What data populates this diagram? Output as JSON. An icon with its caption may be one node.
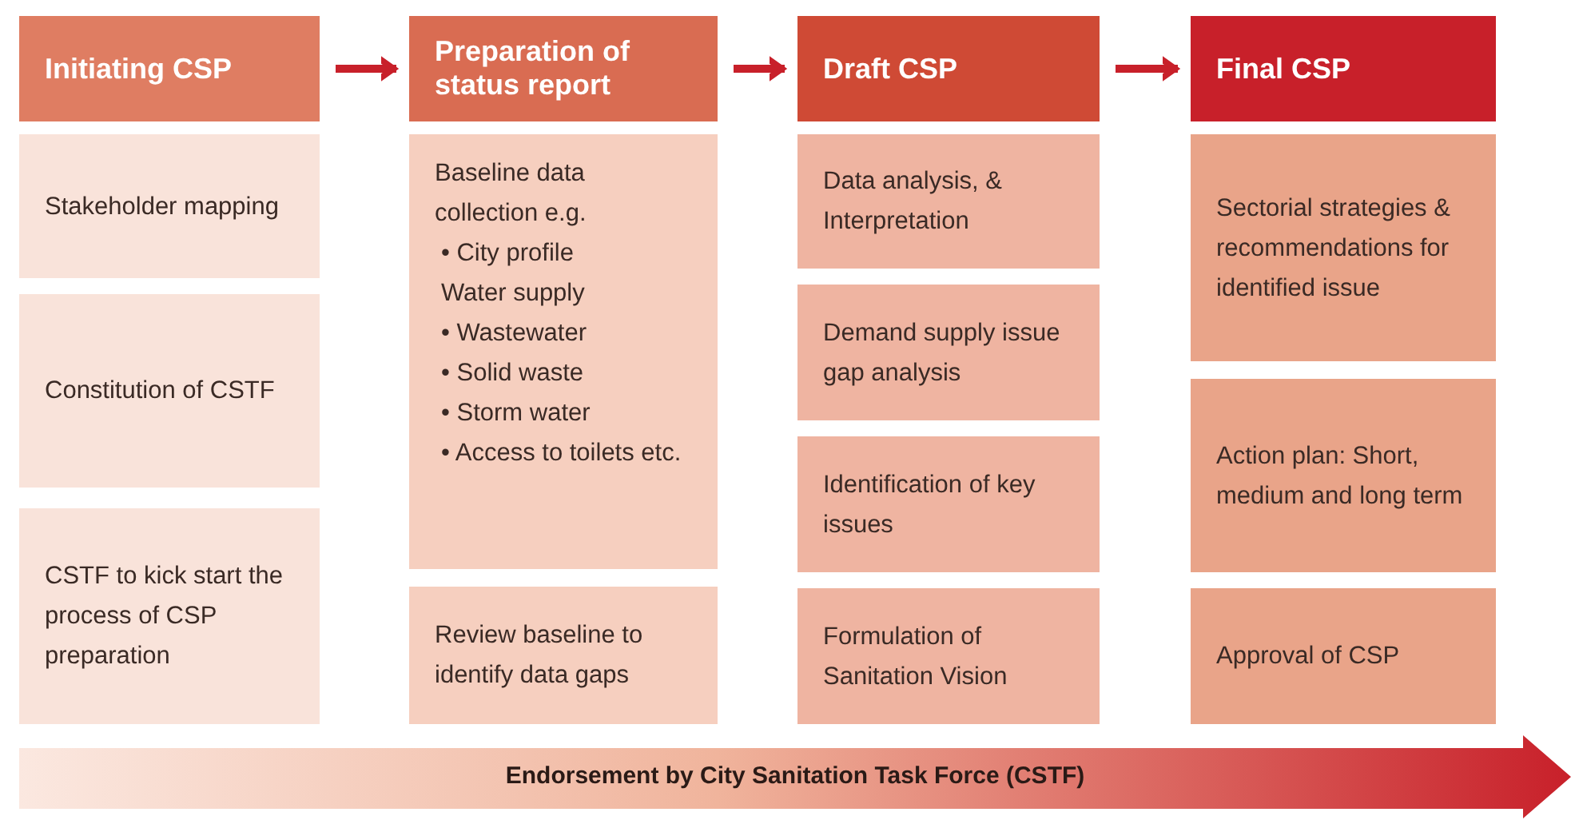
{
  "diagram": {
    "nodes": [
      {
        "text": [
          "Initiating CSP"
        ]
      },
      {
        "text": [
          "Stakeholder mapping"
        ]
      },
      {
        "text": [
          "Constitution of CSTF"
        ]
      },
      {
        "text": [
          "CSTF to kick start the process of CSP preparation"
        ]
      },
      {
        "text": [
          "Preparation of status report"
        ]
      },
      {
        "text": [
          "Baseline data collection e.g.",
          "• City profile",
          "Water supply",
          "• Wastewater",
          "• Solid waste",
          "• Storm water",
          "• Access to toilets etc."
        ]
      },
      {
        "text": [
          "Review baseline to identify data gaps"
        ]
      },
      {
        "text": [
          "Draft CSP"
        ]
      },
      {
        "text": [
          "Data analysis, & Interpretation"
        ]
      },
      {
        "text": [
          "Demand supply issue gap analysis"
        ]
      },
      {
        "text": [
          "Identification of key issues"
        ]
      },
      {
        "text": [
          "Formulation of Sanitation Vision"
        ]
      },
      {
        "text": [
          "Final CSP"
        ]
      },
      {
        "text": [
          "Sectorial strategies & recommendations for identified issue"
        ]
      },
      {
        "text": [
          "Action plan: Short, medium and long term"
        ]
      },
      {
        "text": [
          "Approval of CSP"
        ]
      },
      {
        "text": [
          "Endorsement by City Sanitation Task Force (CSTF)"
        ]
      }
    ],
    "edges": [
      {
        "from": 0,
        "to": 4,
        "arrow": "to"
      },
      {
        "from": 4,
        "to": 7,
        "arrow": "to"
      },
      {
        "from": 7,
        "to": 12,
        "arrow": "to"
      }
    ]
  }
}
